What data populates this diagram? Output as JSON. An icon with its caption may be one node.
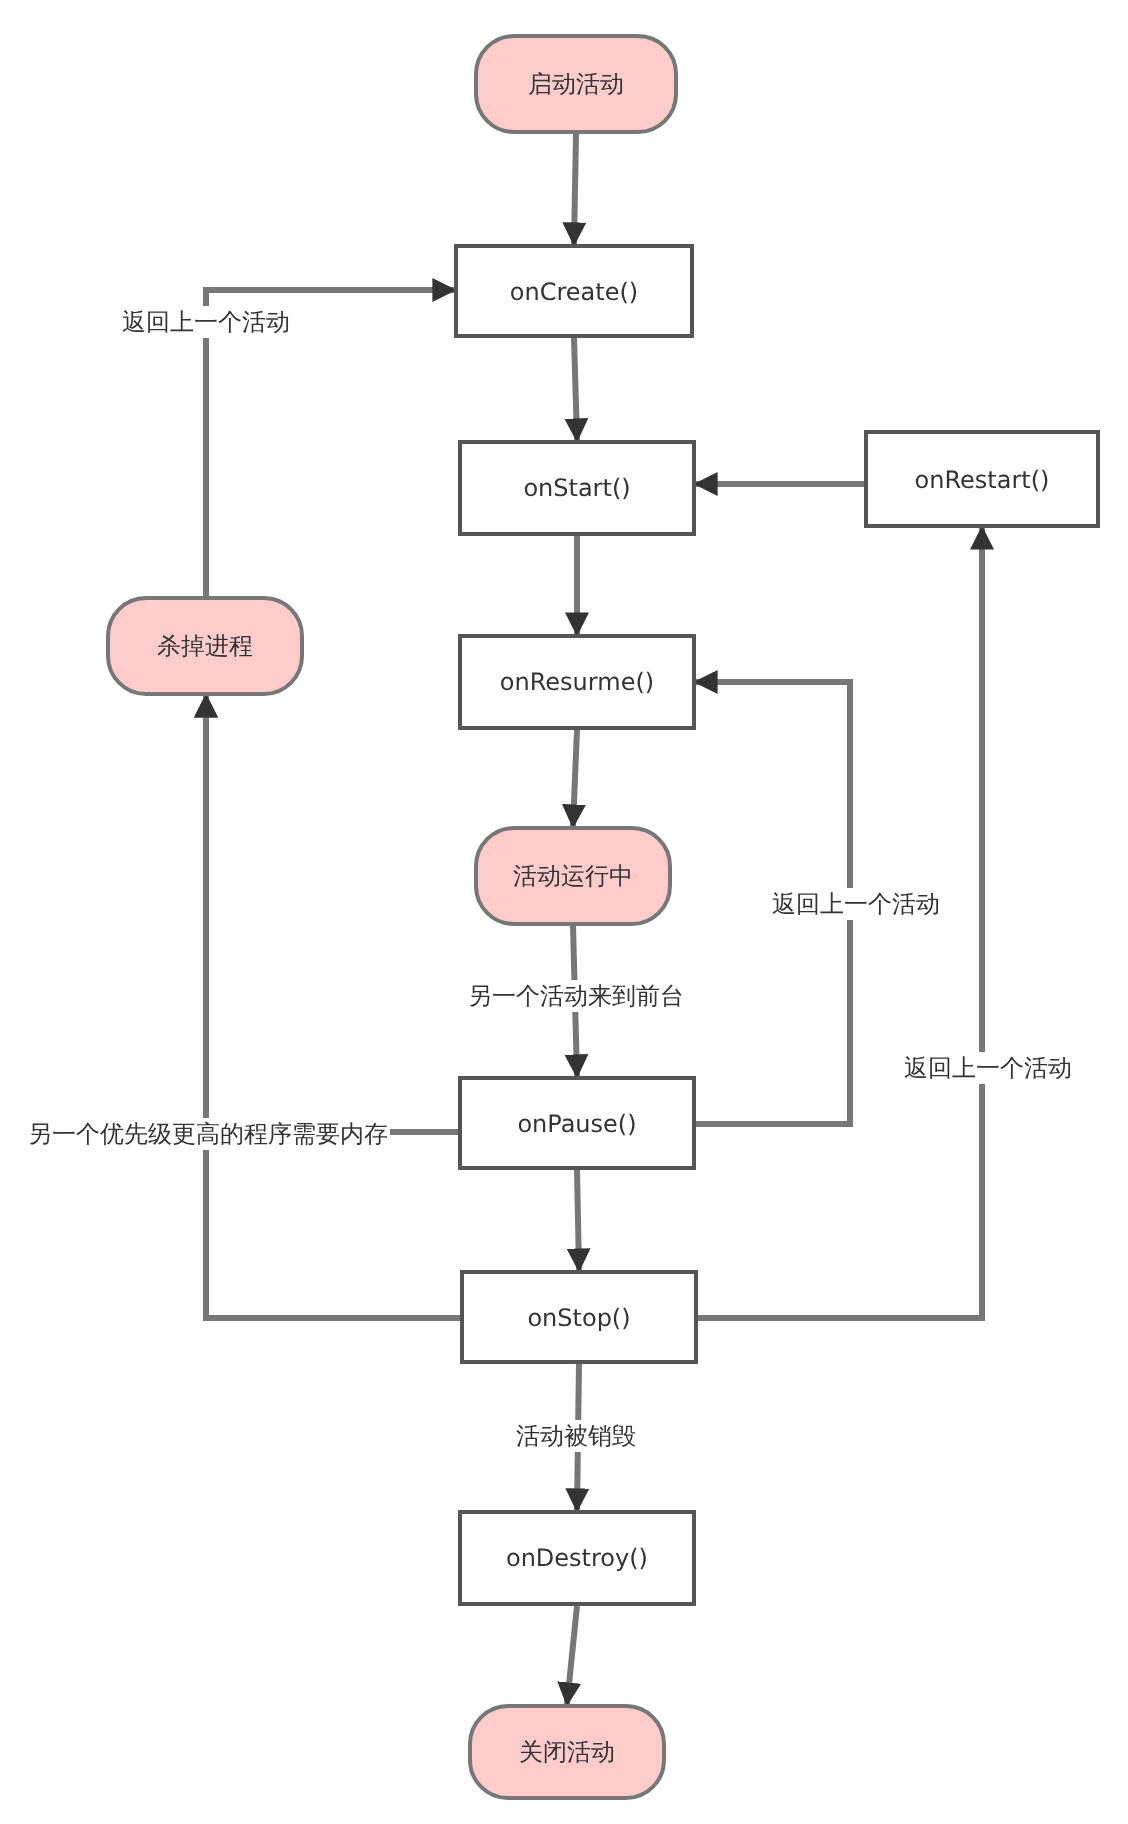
{
  "diagram": {
    "nodes": [
      {
        "text": [
          "启动活动"
        ]
      },
      {
        "text": [
          "onCreate()"
        ]
      },
      {
        "text": [
          "onStart()"
        ]
      },
      {
        "text": [
          "onRestart()"
        ]
      },
      {
        "text": [
          "onResurme()"
        ]
      },
      {
        "text": [
          "杀掉进程"
        ]
      },
      {
        "text": [
          "活动运行中"
        ]
      },
      {
        "text": [
          "onPause()"
        ]
      },
      {
        "text": [
          "onStop()"
        ]
      },
      {
        "text": [
          "onDestroy()"
        ]
      },
      {
        "text": [
          "关闭活动"
        ]
      }
    ],
    "edges": [
      {
        "from": 0,
        "to": 1,
        "arrow": "to"
      },
      {
        "from": 1,
        "to": 2,
        "arrow": "to"
      },
      {
        "from": 2,
        "to": 4,
        "arrow": "to"
      },
      {
        "from": 3,
        "to": 2,
        "arrow": "to"
      },
      {
        "from": 4,
        "to": 6,
        "arrow": "to"
      },
      {
        "from": 6,
        "to": 7,
        "arrow": "to",
        "label": "另一个活动来到前台"
      },
      {
        "from": 7,
        "to": 8,
        "arrow": "to"
      },
      {
        "from": 8,
        "to": 9,
        "arrow": "to",
        "label": "活动被销毁"
      },
      {
        "from": 9,
        "to": 10,
        "arrow": "to"
      },
      {
        "from": 5,
        "to": 1,
        "arrow": "to",
        "label": "返回上一个活动"
      },
      {
        "from": 7,
        "to": 4,
        "arrow": "to",
        "label": "返回上一个活动"
      },
      {
        "from": 8,
        "to": 3,
        "arrow": "to",
        "label": "返回上一个活动"
      },
      {
        "from": 7,
        "to": 5,
        "arrow": "to",
        "label": "另一个优先级更高的程序需要内存"
      },
      {
        "from": 8,
        "to": 5,
        "arrow": "to"
      }
    ]
  }
}
